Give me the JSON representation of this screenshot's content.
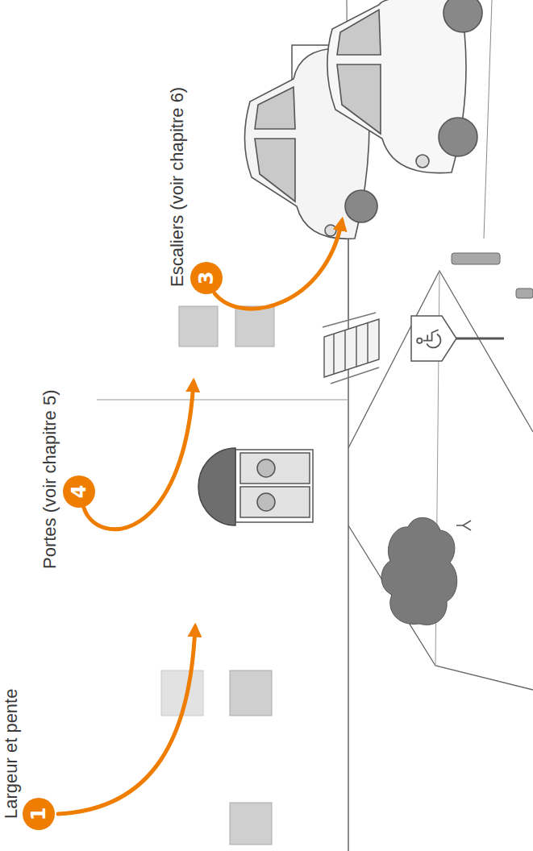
{
  "diagram": {
    "nodes": [
      {
        "text": [
          "1"
        ]
      },
      {
        "text": [
          "4"
        ]
      },
      {
        "text": [
          "3"
        ]
      }
    ],
    "labels": [
      "Largeur et pente",
      "Portes (voir chapitre 5)",
      "Escaliers (voir chapitre 6)"
    ]
  }
}
